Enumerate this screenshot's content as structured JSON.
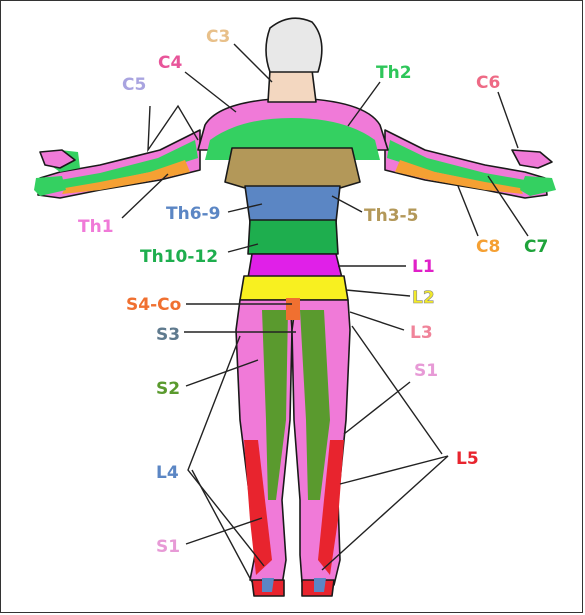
{
  "labels": {
    "C3": {
      "text": "C3",
      "color": "#e8c08a"
    },
    "C4": {
      "text": "C4",
      "color": "#e8559a"
    },
    "C5": {
      "text": "C5",
      "color": "#a9a4e0"
    },
    "Th2": {
      "text": "Th2",
      "color": "#2ec65a"
    },
    "C6": {
      "text": "C6",
      "color": "#ee6a85"
    },
    "C7": {
      "text": "C7",
      "color": "#1ea33a"
    },
    "C8": {
      "text": "C8",
      "color": "#f5a033"
    },
    "Th1": {
      "text": "Th1",
      "color": "#f07ad8"
    },
    "Th6_9": {
      "text": "Th6-9",
      "color": "#5b86c4"
    },
    "Th3_5": {
      "text": "Th3-5",
      "color": "#b39859"
    },
    "Th10_12": {
      "text": "Th10-12",
      "color": "#1eae4e"
    },
    "L1": {
      "text": "L1",
      "color": "#e020c8"
    },
    "L2": {
      "text": "L2",
      "color": "#f2ea2a"
    },
    "L3": {
      "text": "L3",
      "color": "#f0849a"
    },
    "S4_Co": {
      "text": "S4-Co",
      "color": "#f07030"
    },
    "S3": {
      "text": "S3",
      "color": "#5f7a8e"
    },
    "S2": {
      "text": "S2",
      "color": "#5a9a2e"
    },
    "S1_right": {
      "text": "S1",
      "color": "#e79ad6"
    },
    "L5": {
      "text": "L5",
      "color": "#e8242e"
    },
    "L4": {
      "text": "L4",
      "color": "#5b86c4"
    },
    "S1_left": {
      "text": "S1",
      "color": "#e79ad6"
    }
  },
  "palette": {
    "skin_pink": "#f07ad8",
    "bright_green": "#34d061",
    "dark_green": "#5a9a2e",
    "tan": "#b39859",
    "blue": "#5b86c4",
    "magenta": "#e020e8",
    "yellow": "#f8f020",
    "orange": "#f5a033",
    "red": "#e8242e",
    "hair": "#e8e8e8",
    "neck_skin": "#f3d7c0"
  }
}
